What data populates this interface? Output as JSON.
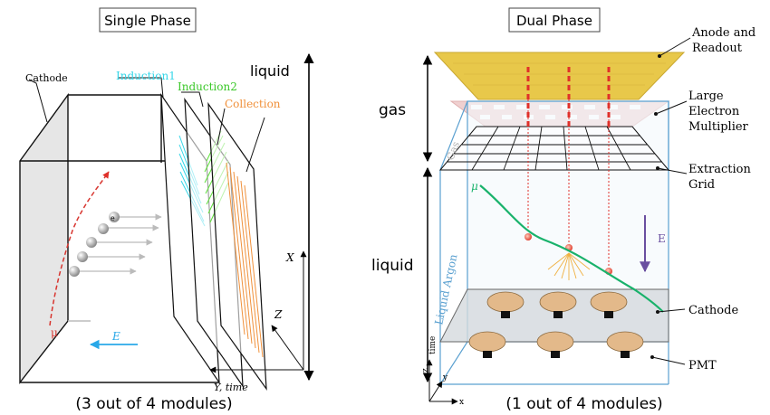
{
  "single": {
    "title": "Single Phase",
    "labels": {
      "cathode": "Cathode",
      "induction1": "Induction1",
      "induction2": "Induction2",
      "collection": "Collection",
      "liquid": "liquid",
      "x_axis": "X",
      "z_axis": "Z",
      "y_axis": "Y, time",
      "e_field": "E",
      "muon": "μ",
      "electron": "e"
    },
    "caption": "(3 out of 4 modules)",
    "colors": {
      "induction1": "#35d6e8",
      "induction2": "#5ee03a",
      "collection": "#f0903a",
      "track": "#d8352f",
      "e_arrow": "#29a8e8"
    }
  },
  "dual": {
    "title": "Dual Phase",
    "labels": {
      "anode": "Anode and\nReadout",
      "lem": "Large\nElectron\nMultiplier",
      "extraction": "Extraction\nGrid",
      "cathode": "Cathode",
      "pmt": "PMT",
      "gas": "gas",
      "liquid": "liquid",
      "gas_inner": "Gas",
      "liquid_argon": "Liquid Argon",
      "e_field": "E",
      "muon": "μ",
      "x_axis": "x",
      "y_axis": "y",
      "z_axis": "z",
      "time": "time"
    },
    "caption": "(1 out of 4 modules)",
    "colors": {
      "anode": "#e8c84a",
      "lem": "#e8b8b8",
      "track": "#19b26b",
      "drift": "#e0302a",
      "box": "#5aa0d0",
      "e_arrow": "#6a4fa0",
      "pmt": "#e3b98a"
    }
  }
}
